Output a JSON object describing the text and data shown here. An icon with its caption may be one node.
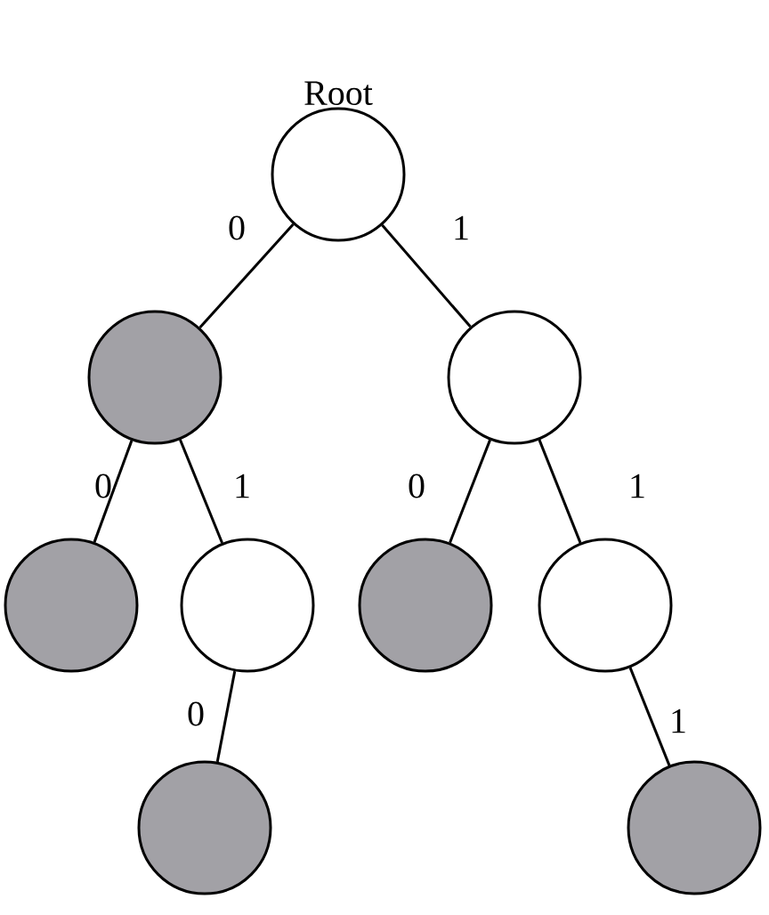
{
  "diagram": {
    "nodes": [
      {
        "text": [
          "Root"
        ]
      },
      {
        "text": [],
        "shape": "circle"
      },
      {
        "text": [],
        "shape": "circle"
      },
      {
        "text": [],
        "shape": "circle"
      },
      {
        "text": [],
        "shape": "circle"
      },
      {
        "text": [],
        "shape": "circle"
      },
      {
        "text": [],
        "shape": "circle"
      },
      {
        "text": [],
        "shape": "circle"
      },
      {
        "text": [],
        "shape": "circle"
      }
    ],
    "edges": [
      {
        "from": 0,
        "to": 1,
        "arrow": "none",
        "label": "0"
      },
      {
        "from": 0,
        "to": 2,
        "arrow": "none",
        "label": "1"
      },
      {
        "from": 1,
        "to": 3,
        "arrow": "none",
        "label": "0"
      },
      {
        "from": 1,
        "to": 4,
        "arrow": "none",
        "label": "1"
      },
      {
        "from": 2,
        "to": 5,
        "arrow": "none",
        "label": "0"
      },
      {
        "from": 2,
        "to": 6,
        "arrow": "none",
        "label": "1"
      },
      {
        "from": 4,
        "to": 7,
        "arrow": "none",
        "label": "0"
      },
      {
        "from": 6,
        "to": 8,
        "arrow": "none",
        "label": "1"
      }
    ]
  }
}
